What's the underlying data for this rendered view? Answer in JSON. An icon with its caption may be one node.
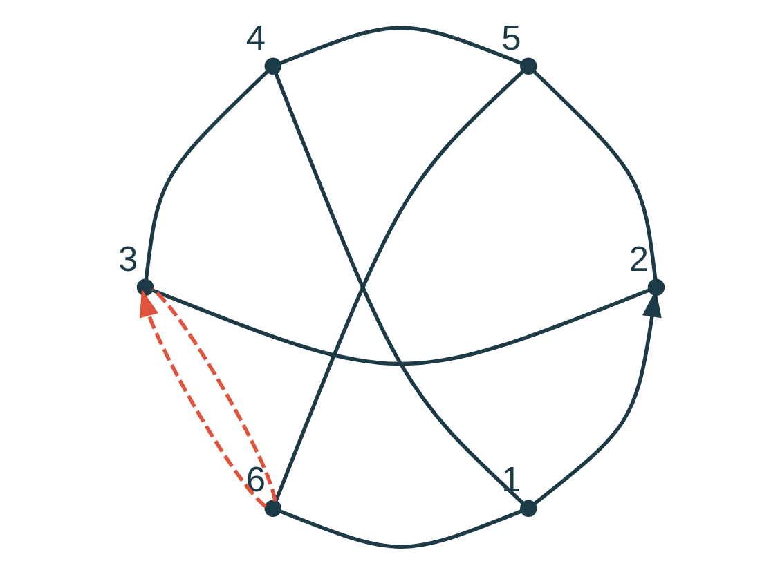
{
  "diagram": {
    "nodes": [
      {
        "text": [],
        "shape": "circle",
        "beside": [
          "1"
        ]
      },
      {
        "text": [],
        "shape": "circle",
        "beside": [
          "2"
        ]
      },
      {
        "text": [],
        "shape": "circle",
        "beside": [
          "3"
        ]
      },
      {
        "text": [],
        "shape": "circle",
        "beside": [
          "4"
        ]
      },
      {
        "text": [],
        "shape": "circle",
        "beside": [
          "5"
        ]
      },
      {
        "text": [],
        "shape": "circle",
        "beside": [
          "6"
        ]
      }
    ],
    "edges": [
      {
        "from": 0,
        "to": 1,
        "arrow": "to"
      },
      {
        "from": 1,
        "to": 2,
        "arrow": "none"
      },
      {
        "from": 2,
        "to": 3,
        "arrow": "none"
      },
      {
        "from": 3,
        "to": 4,
        "arrow": "none"
      },
      {
        "from": 4,
        "to": 5,
        "arrow": "none"
      },
      {
        "from": 5,
        "to": 0,
        "arrow": "none"
      },
      {
        "from": 0,
        "to": 3,
        "arrow": "none"
      },
      {
        "from": 5,
        "to": 2,
        "arrow": "to",
        "style": "dashed",
        "color": "#e0533c"
      },
      {
        "from": 5,
        "to": 2,
        "arrow": "none",
        "style": "dashed",
        "color": "#e0533c"
      },
      {
        "from": 4,
        "to": 1,
        "arrow": "none"
      }
    ]
  }
}
